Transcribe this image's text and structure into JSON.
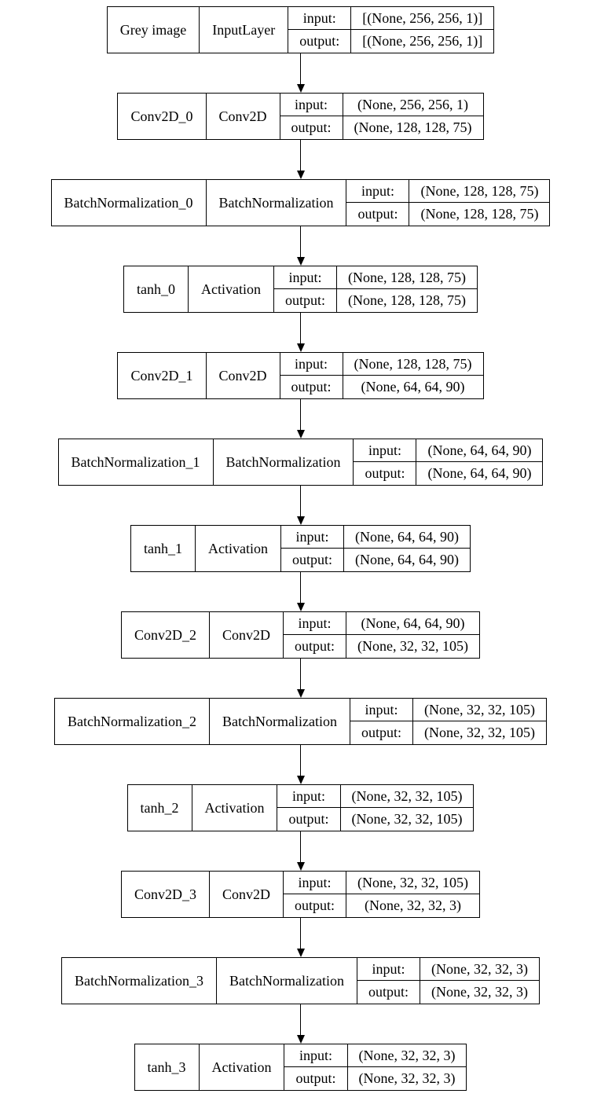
{
  "diagram": {
    "background_color": "#ffffff",
    "border_color": "#000000",
    "text_color": "#000000",
    "input_label": "input:",
    "output_label": "output:",
    "nodes": [
      {
        "name": "Grey image",
        "type": "InputLayer",
        "input": "[(None, 256, 256, 1)]",
        "output": "[(None, 256, 256, 1)]"
      },
      {
        "name": "Conv2D_0",
        "type": "Conv2D",
        "input": "(None, 256, 256, 1)",
        "output": "(None, 128, 128, 75)"
      },
      {
        "name": "BatchNormalization_0",
        "type": "BatchNormalization",
        "input": "(None, 128, 128, 75)",
        "output": "(None, 128, 128, 75)"
      },
      {
        "name": "tanh_0",
        "type": "Activation",
        "input": "(None, 128, 128, 75)",
        "output": "(None, 128, 128, 75)"
      },
      {
        "name": "Conv2D_1",
        "type": "Conv2D",
        "input": "(None, 128, 128, 75)",
        "output": "(None, 64, 64, 90)"
      },
      {
        "name": "BatchNormalization_1",
        "type": "BatchNormalization",
        "input": "(None, 64, 64, 90)",
        "output": "(None, 64, 64, 90)"
      },
      {
        "name": "tanh_1",
        "type": "Activation",
        "input": "(None, 64, 64, 90)",
        "output": "(None, 64, 64, 90)"
      },
      {
        "name": "Conv2D_2",
        "type": "Conv2D",
        "input": "(None, 64, 64, 90)",
        "output": "(None, 32, 32, 105)"
      },
      {
        "name": "BatchNormalization_2",
        "type": "BatchNormalization",
        "input": "(None, 32, 32, 105)",
        "output": "(None, 32, 32, 105)"
      },
      {
        "name": "tanh_2",
        "type": "Activation",
        "input": "(None, 32, 32, 105)",
        "output": "(None, 32, 32, 105)"
      },
      {
        "name": "Conv2D_3",
        "type": "Conv2D",
        "input": "(None, 32, 32, 105)",
        "output": "(None, 32, 32, 3)"
      },
      {
        "name": "BatchNormalization_3",
        "type": "BatchNormalization",
        "input": "(None, 32, 32, 3)",
        "output": "(None, 32, 32, 3)"
      },
      {
        "name": "tanh_3",
        "type": "Activation",
        "input": "(None, 32, 32, 3)",
        "output": "(None, 32, 32, 3)"
      }
    ]
  }
}
